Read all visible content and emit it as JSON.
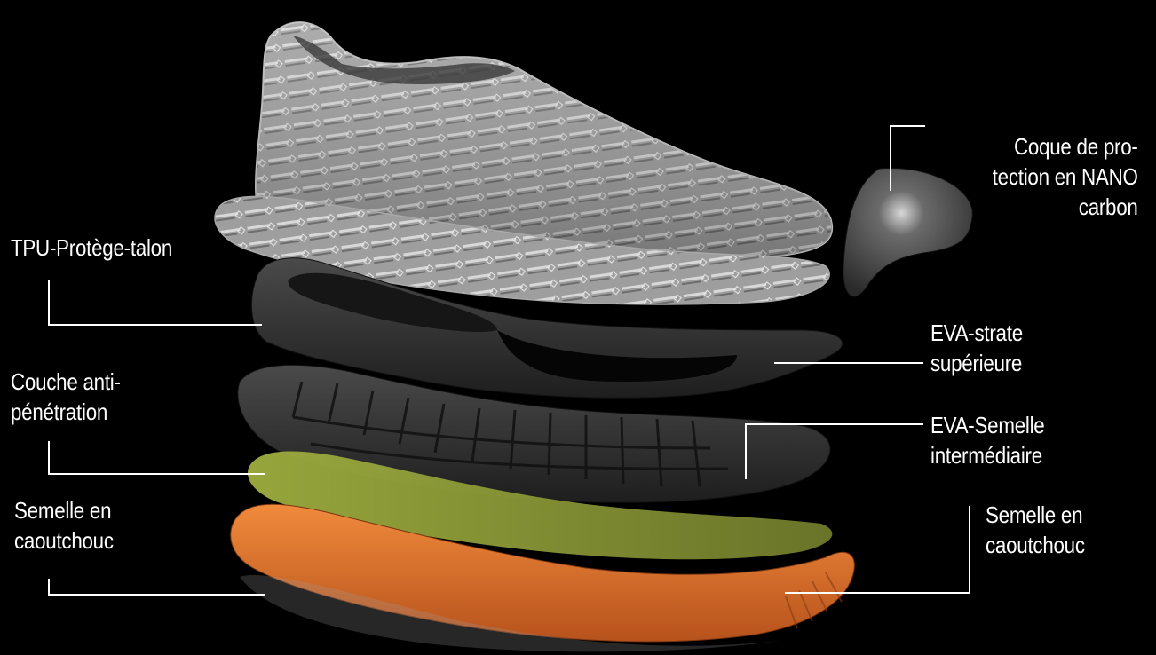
{
  "labels": {
    "toe_cap": [
      "Coque de pro-",
      "tection en NANO",
      "carbon"
    ],
    "heel_protector": [
      "TPU-Protège-talon"
    ],
    "anti_penetration": [
      "Couche anti-",
      "pénétration"
    ],
    "rubber_sole_left": [
      "Semelle en",
      "caoutchouc"
    ],
    "eva_upper": [
      "EVA-strate",
      "supérieure"
    ],
    "eva_midsole": [
      "EVA-Semelle",
      "intermédiaire"
    ],
    "rubber_sole_right": [
      "Semelle en",
      "caoutchouc"
    ]
  },
  "colors": {
    "background": "#000000",
    "label_text": "#ffffff",
    "leader_line": "#ffffff",
    "upper_fabric": "#a9a9a9",
    "dark_layer": "#2b2b2b",
    "green_layer": "#8a9a3a",
    "orange_sole": "#d9692a"
  }
}
